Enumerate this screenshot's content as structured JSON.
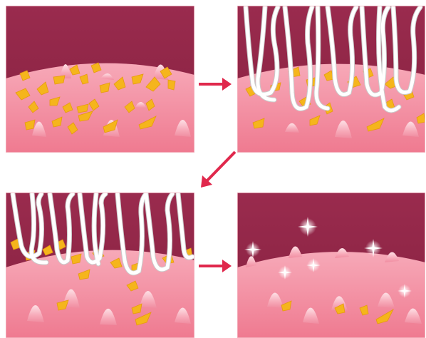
{
  "colors": {
    "background": "#ffffff",
    "sky": "#8e2545",
    "sky_light": "#a8395c",
    "skin": "#f07f93",
    "skin_light": "#f6a3b2",
    "bump_top": "#fbd0d8",
    "panel_border": "#f3b4c0",
    "debris": "#f5b51c",
    "debris_dark": "#e69a10",
    "fiber": "#ffffff",
    "fiber_edge": "#c9c9c9",
    "arrow": "#e0284c",
    "sparkle": "#ffffff"
  },
  "panels": [
    {
      "id": "panel-1",
      "stage": "before-cleaning",
      "has_fibers": false,
      "has_sparkles": false,
      "debris_level": "heavy"
    },
    {
      "id": "panel-2",
      "stage": "fibers-entering",
      "has_fibers": true,
      "has_sparkles": false,
      "debris_level": "heavy"
    },
    {
      "id": "panel-3",
      "stage": "fibers-lifting-debris",
      "has_fibers": true,
      "has_sparkles": false,
      "debris_level": "medium"
    },
    {
      "id": "panel-4",
      "stage": "after-cleaning",
      "has_fibers": false,
      "has_sparkles": true,
      "debris_level": "light"
    }
  ],
  "arrows": [
    {
      "from": "panel-1",
      "to": "panel-2",
      "icon": "arrow-right-icon"
    },
    {
      "from": "panel-2",
      "to": "panel-3",
      "icon": "arrow-down-left-icon"
    },
    {
      "from": "panel-3",
      "to": "panel-4",
      "icon": "arrow-right-icon"
    }
  ]
}
